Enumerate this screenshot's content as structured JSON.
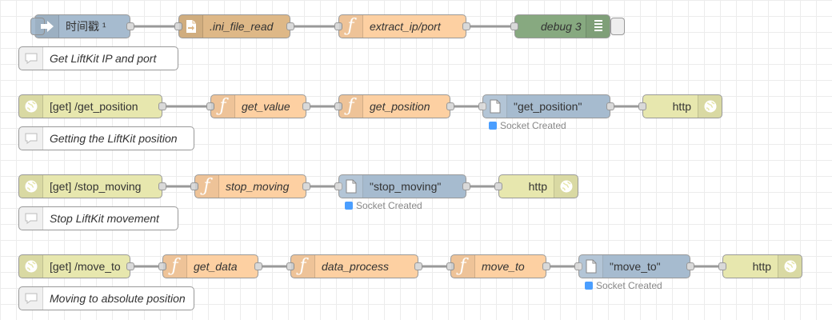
{
  "colors": {
    "inject": "#a6bbcf",
    "file": "#deb887",
    "function": "#fdd0a2",
    "debug": "#87a980",
    "template": "#a6bbcf",
    "http": "#e7e7ae",
    "status_dot": "#4a9eff"
  },
  "flow1": {
    "inject_label": "时间戳 ¹",
    "file_label": ".ini_file_read",
    "extract_label": "extract_ip/port",
    "debug_label": "debug 3",
    "comment": "Get LiftKit IP and port"
  },
  "flow2": {
    "http_in_label": "[get] /get_position",
    "fn1_label": "get_value",
    "fn2_label": "get_position",
    "template_label": "\"get_position\"",
    "status": "Socket Created",
    "http_out_label": "http",
    "comment": "Getting the LiftKit position"
  },
  "flow3": {
    "http_in_label": "[get] /stop_moving",
    "fn1_label": "stop_moving",
    "template_label": "\"stop_moving\"",
    "status": "Socket Created",
    "http_out_label": "http",
    "comment": "Stop LiftKit movement"
  },
  "flow4": {
    "http_in_label": "[get] /move_to",
    "fn1_label": "get_data",
    "fn2_label": "data_process",
    "fn3_label": "move_to",
    "template_label": "\"move_to\"",
    "status": "Socket Created",
    "http_out_label": "http",
    "comment": "Moving to absolute position"
  }
}
